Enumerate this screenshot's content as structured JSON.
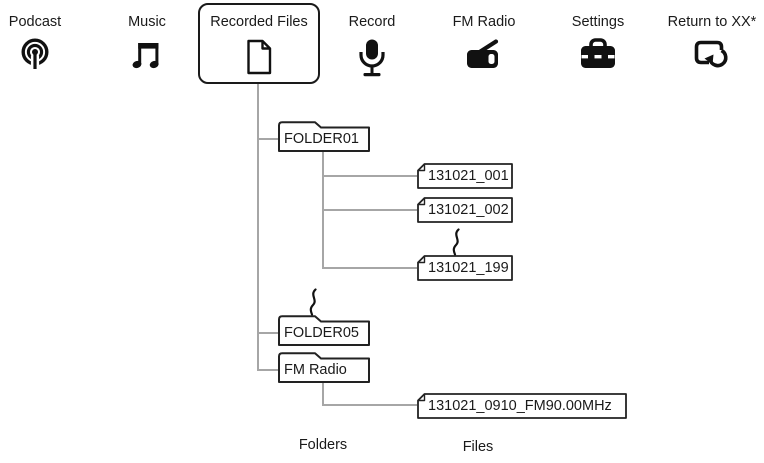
{
  "menu": {
    "items": [
      {
        "label": "Podcast",
        "icon": "podcast-icon"
      },
      {
        "label": "Music",
        "icon": "music-note-icon"
      },
      {
        "label": "Recorded Files",
        "icon": "document-icon",
        "selected": true
      },
      {
        "label": "Record",
        "icon": "microphone-icon"
      },
      {
        "label": "FM Radio",
        "icon": "radio-icon"
      },
      {
        "label": "Settings",
        "icon": "toolbox-icon"
      },
      {
        "label": "Return to XX*",
        "icon": "return-icon"
      }
    ]
  },
  "tree": {
    "folder01": {
      "name": "FOLDER01",
      "files": [
        "131021_001",
        "131021_002",
        "131021_199"
      ],
      "files_continuation_mark": true
    },
    "continuation_between_folders": true,
    "folder05": {
      "name": "FOLDER05"
    },
    "fm_radio": {
      "name": "FM Radio",
      "files": [
        "131021_0910_FM90.00MHz"
      ]
    }
  },
  "legend": {
    "folders": "Folders",
    "files": "Files"
  },
  "colors": {
    "ink": "#1a1a1a",
    "connector": "#a6a6a6",
    "background": "#ffffff"
  }
}
